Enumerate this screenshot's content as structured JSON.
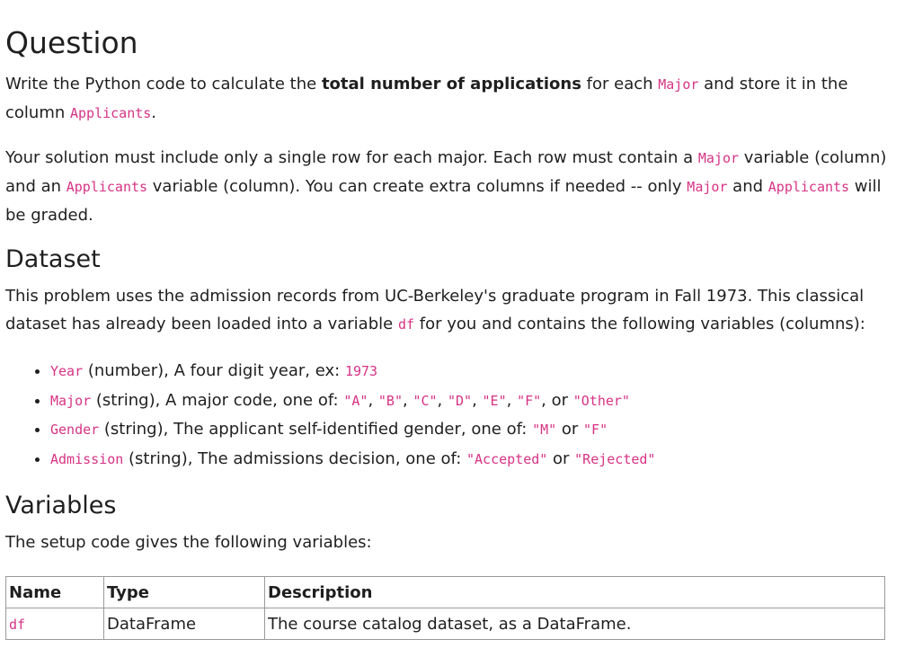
{
  "question": {
    "heading": "Question",
    "p1": {
      "t1": "Write the Python code to calculate the ",
      "bold": "total number of applications",
      "t2": " for each ",
      "c1": "Major",
      "t3": " and store it in the column ",
      "c2": "Applicants",
      "t4": "."
    },
    "p2": {
      "t1": "Your solution must include only a single row for each major. Each row must contain a ",
      "c1": "Major",
      "t2": " variable (column) and an ",
      "c2": "Applicants",
      "t3": " variable (column). You can create extra columns if needed -- only ",
      "c3": "Major",
      "t4": " and ",
      "c4": "Applicants",
      "t5": " will be graded."
    }
  },
  "dataset": {
    "heading": "Dataset",
    "p1": {
      "t1": "This problem uses the admission records from UC-Berkeley's graduate program in Fall 1973. This classical dataset has already been loaded into a variable ",
      "c1": "df",
      "t2": " for you and contains the following variables (columns):"
    },
    "items": [
      {
        "name": "Year",
        "t1": " (number), A four digit year, ex: ",
        "v1": "1973"
      },
      {
        "name": "Major",
        "t1": " (string), A major code, one of: ",
        "vals": [
          "\"A\"",
          "\"B\"",
          "\"C\"",
          "\"D\"",
          "\"E\"",
          "\"F\""
        ],
        "sep": ", ",
        "or": ", or ",
        "last": "\"Other\""
      },
      {
        "name": "Gender",
        "t1": " (string), The applicant self-identified gender, one of: ",
        "v1": "\"M\"",
        "or": " or ",
        "v2": "\"F\""
      },
      {
        "name": "Admission",
        "t1": " (string), The admissions decision, one of: ",
        "v1": "\"Accepted\"",
        "or": " or ",
        "v2": "\"Rejected\""
      }
    ]
  },
  "variables": {
    "heading": "Variables",
    "intro": "The setup code gives the following variables:",
    "table": {
      "headers": [
        "Name",
        "Type",
        "Description"
      ],
      "rows": [
        {
          "name": "df",
          "type": "DataFrame",
          "description": "The course catalog dataset, as a DataFrame."
        }
      ]
    }
  },
  "colors": {
    "code": "#d63384",
    "text": "#1f1f1f",
    "table_border": "#9a9a9a"
  }
}
